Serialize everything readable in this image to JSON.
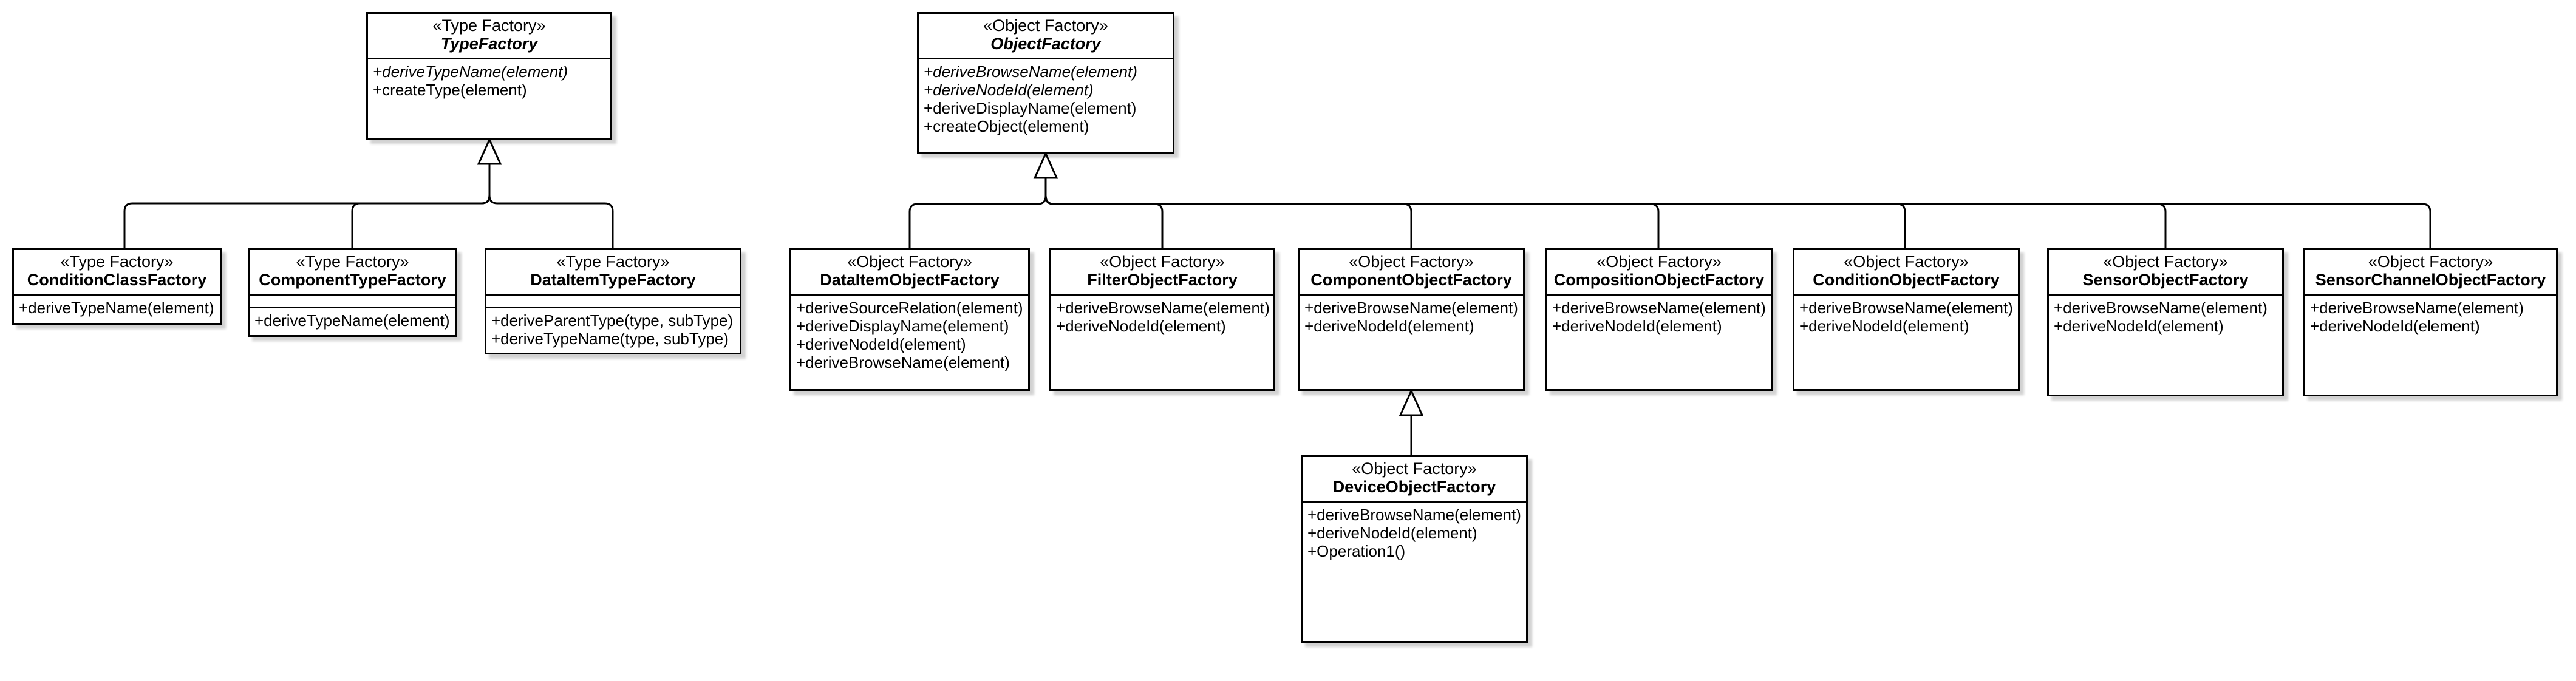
{
  "classes": {
    "type_factory": {
      "stereotype": "«Type Factory»",
      "name": "TypeFactory",
      "ops": [
        "+deriveTypeName(element)",
        "+createType(element)"
      ]
    },
    "object_factory": {
      "stereotype": "«Object Factory»",
      "name": "ObjectFactory",
      "ops": [
        "+deriveBrowseName(element)",
        "+deriveNodeId(element)",
        "+deriveDisplayName(element)",
        "+createObject(element)"
      ]
    },
    "condition_class_factory": {
      "stereotype": "«Type Factory»",
      "name": "ConditionClassFactory",
      "ops": [
        "+deriveTypeName(element)"
      ]
    },
    "component_type_factory": {
      "stereotype": "«Type Factory»",
      "name": "ComponentTypeFactory",
      "ops": [
        "+deriveTypeName(element)"
      ]
    },
    "data_item_type_factory": {
      "stereotype": "«Type Factory»",
      "name": "DataItemTypeFactory",
      "ops": [
        "+deriveParentType(type, subType)",
        "+deriveTypeName(type, subType)"
      ]
    },
    "data_item_object_factory": {
      "stereotype": "«Object Factory»",
      "name": "DataItemObjectFactory",
      "ops": [
        "+deriveSourceRelation(element)",
        "+deriveDisplayName(element)",
        "+deriveNodeId(element)",
        "+deriveBrowseName(element)"
      ]
    },
    "filter_object_factory": {
      "stereotype": "«Object Factory»",
      "name": "FilterObjectFactory",
      "ops": [
        "+deriveBrowseName(element)",
        "+deriveNodeId(element)"
      ]
    },
    "component_object_factory": {
      "stereotype": "«Object Factory»",
      "name": "ComponentObjectFactory",
      "ops": [
        "+deriveBrowseName(element)",
        "+deriveNodeId(element)"
      ]
    },
    "composition_object_factory": {
      "stereotype": "«Object Factory»",
      "name": "CompositionObjectFactory",
      "ops": [
        "+deriveBrowseName(element)",
        "+deriveNodeId(element)"
      ]
    },
    "condition_object_factory": {
      "stereotype": "«Object Factory»",
      "name": "ConditionObjectFactory",
      "ops": [
        "+deriveBrowseName(element)",
        "+deriveNodeId(element)"
      ]
    },
    "sensor_object_factory": {
      "stereotype": "«Object Factory»",
      "name": "SensorObjectFactory",
      "ops": [
        "+deriveBrowseName(element)",
        "+deriveNodeId(element)"
      ]
    },
    "sensor_channel_object_factory": {
      "stereotype": "«Object Factory»",
      "name": "SensorChannelObjectFactory",
      "ops": [
        "+deriveBrowseName(element)",
        "+deriveNodeId(element)"
      ]
    },
    "device_object_factory": {
      "stereotype": "«Object Factory»",
      "name": "DeviceObjectFactory",
      "ops": [
        "+deriveBrowseName(element)",
        "+deriveNodeId(element)",
        "+Operation1()"
      ]
    }
  }
}
